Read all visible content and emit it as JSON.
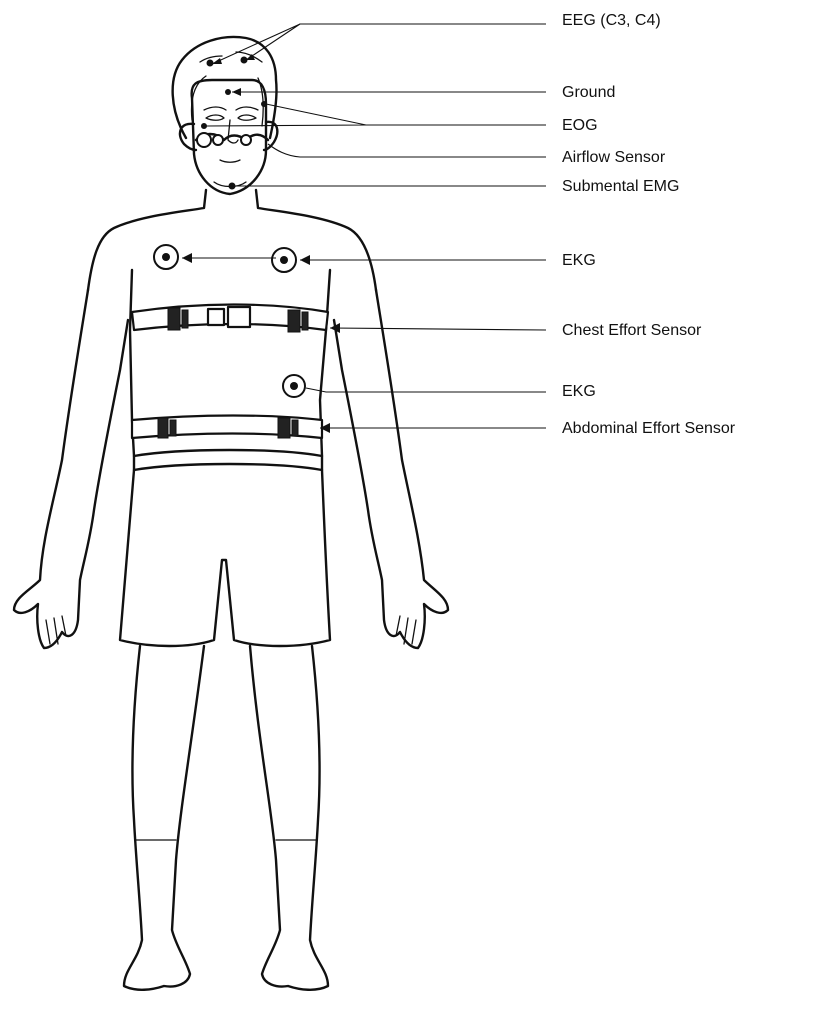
{
  "labels": {
    "eeg": "EEG (C3, C4)",
    "ground": "Ground",
    "eog": "EOG",
    "airflow": "Airflow Sensor",
    "emg": "Submental EMG",
    "ekg_upper": "EKG",
    "chest_effort": "Chest Effort Sensor",
    "ekg_lower": "EKG",
    "abdominal_effort": "Abdominal Effort Sensor"
  },
  "colors": {
    "ink": "#111111",
    "background": "#ffffff"
  }
}
